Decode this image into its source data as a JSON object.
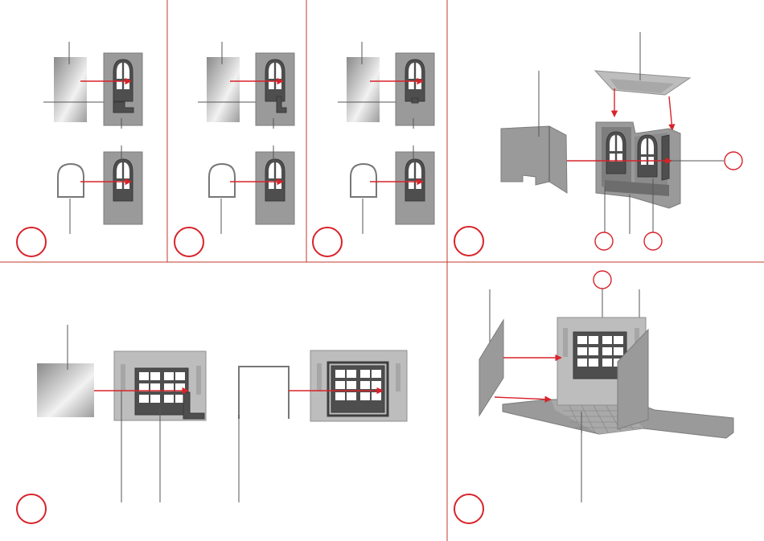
{
  "sheet": {
    "colors": {
      "accent": "#d8232a",
      "part_grey": "#9a9a9a",
      "part_light": "#bdbdbd",
      "frame": "#4e4e4e",
      "background": "#ffffff"
    },
    "panels": [
      {
        "id": "step-1",
        "step_number": ""
      },
      {
        "id": "step-2",
        "step_number": ""
      },
      {
        "id": "step-3",
        "step_number": ""
      },
      {
        "id": "step-4",
        "step_number": ""
      },
      {
        "id": "step-5",
        "step_number": ""
      },
      {
        "id": "step-6",
        "step_number": ""
      }
    ]
  }
}
